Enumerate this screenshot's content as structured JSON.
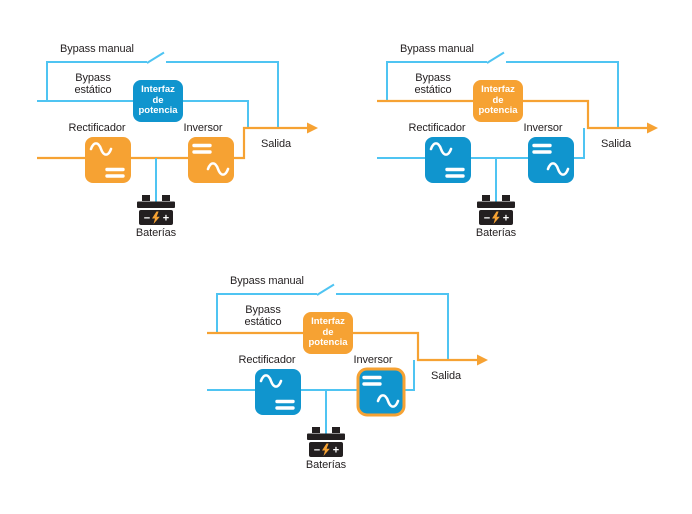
{
  "colors": {
    "orange": "#F6A233",
    "blue_box": "#1095CE",
    "light_blue": "#4FC4F2",
    "ink": "#231F20"
  },
  "battery": {
    "minus": "−",
    "plus": "+"
  },
  "diagrams": [
    {
      "active_path": "inverter",
      "inverter_highlighted": false,
      "labels": {
        "bypass_manual": "Bypass manual",
        "bypass_static": "Bypass estático",
        "power_interface": "Interfaz de potencia",
        "rectifier": "Rectificador",
        "inverter": "Inversor",
        "output": "Salida",
        "batteries": "Baterías"
      }
    },
    {
      "active_path": "static-bypass",
      "inverter_highlighted": false,
      "labels": {
        "bypass_manual": "Bypass manual",
        "bypass_static": "Bypass estático",
        "power_interface": "Interfaz de potencia",
        "rectifier": "Rectificador",
        "inverter": "Inversor",
        "output": "Salida",
        "batteries": "Baterías"
      }
    },
    {
      "active_path": "static-bypass",
      "inverter_highlighted": true,
      "labels": {
        "bypass_manual": "Bypass manual",
        "bypass_static": "Bypass estático",
        "power_interface": "Interfaz de potencia",
        "rectifier": "Rectificador",
        "inverter": "Inversor",
        "output": "Salida",
        "batteries": "Baterías"
      }
    }
  ]
}
